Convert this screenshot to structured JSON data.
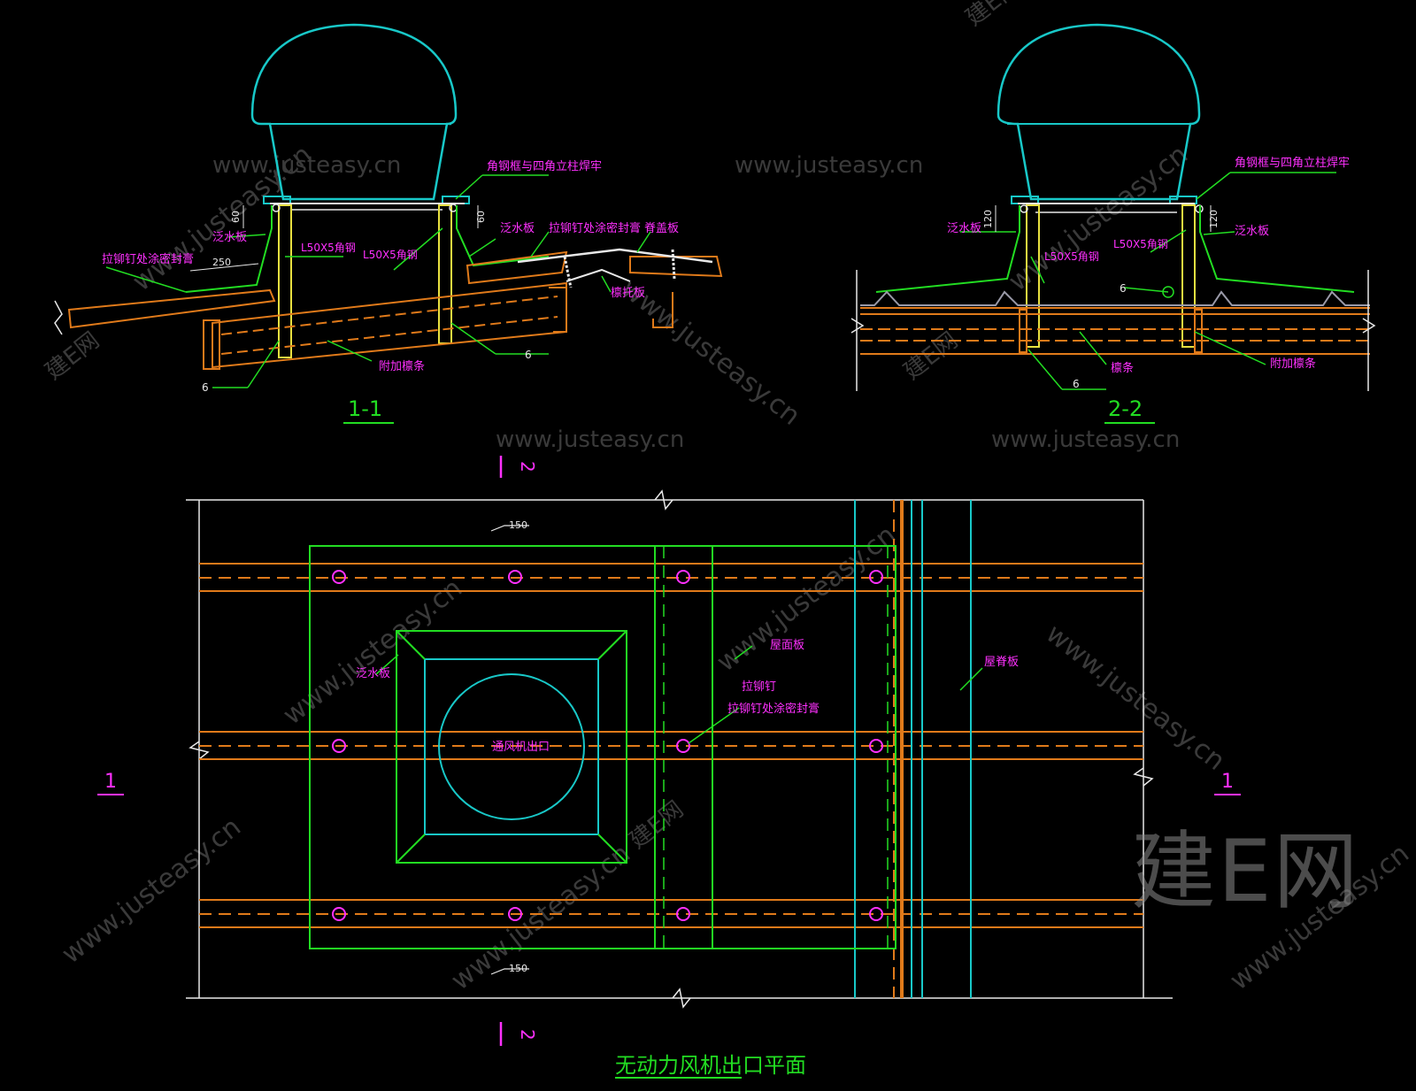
{
  "colors": {
    "background": "#000000",
    "cyan": "#18c8c8",
    "green": "#22dd22",
    "yellow": "#e8e040",
    "orange": "#e07a1a",
    "magenta": "#ff30ff",
    "white": "#e8e8e8",
    "grey": "#9a9aa8",
    "watermark": "#3a3a3a"
  },
  "section_1_1": {
    "title": "1-1",
    "labels": {
      "top_note": "角钢框与四角立柱焊牢",
      "flashing_left": "泛水板",
      "sealant_left": "拉铆钉处涂密封膏",
      "angle_left": "L50X5角钢",
      "angle_right": "L50X5角钢",
      "flashing_right": "泛水板",
      "rivet_sealant": "拉铆钉处涂密封膏",
      "ridge_cap": "脊盖板",
      "purlin_support": "檩托板",
      "extra_purlin": "附加檩条",
      "weld_a": "6",
      "weld_b": "6"
    },
    "dims": {
      "d1": "60",
      "d2": "60",
      "d3": "250"
    }
  },
  "section_2_2": {
    "title": "2-2",
    "labels": {
      "top_note": "角钢框与四角立柱焊牢",
      "flashing_left": "泛水板",
      "flashing_right": "泛水板",
      "angle_left": "L50X5角钢",
      "angle_right": "L50X5角钢",
      "purlin": "檩条",
      "extra_purlin": "附加檩条",
      "weld_a": "6",
      "weld_b": "6"
    },
    "dims": {
      "d1": "120",
      "d2": "120"
    }
  },
  "plan": {
    "title": "无动力风机出口平面",
    "labels": {
      "flashing": "泛水板",
      "outlet": "通风机出口",
      "roof_panel": "屋面板",
      "rivet": "拉铆钉",
      "rivet_sealant": "拉铆钉处涂密封膏",
      "eave_panel": "屋脊板",
      "dim_top": "150",
      "dim_bottom": "150"
    },
    "section_marks": {
      "left": "1",
      "right": "1",
      "top": "2",
      "bottom": "2"
    }
  },
  "watermark": {
    "logo": "建E网",
    "tiles": [
      "建E网",
      "www.justeasy.cn"
    ]
  }
}
